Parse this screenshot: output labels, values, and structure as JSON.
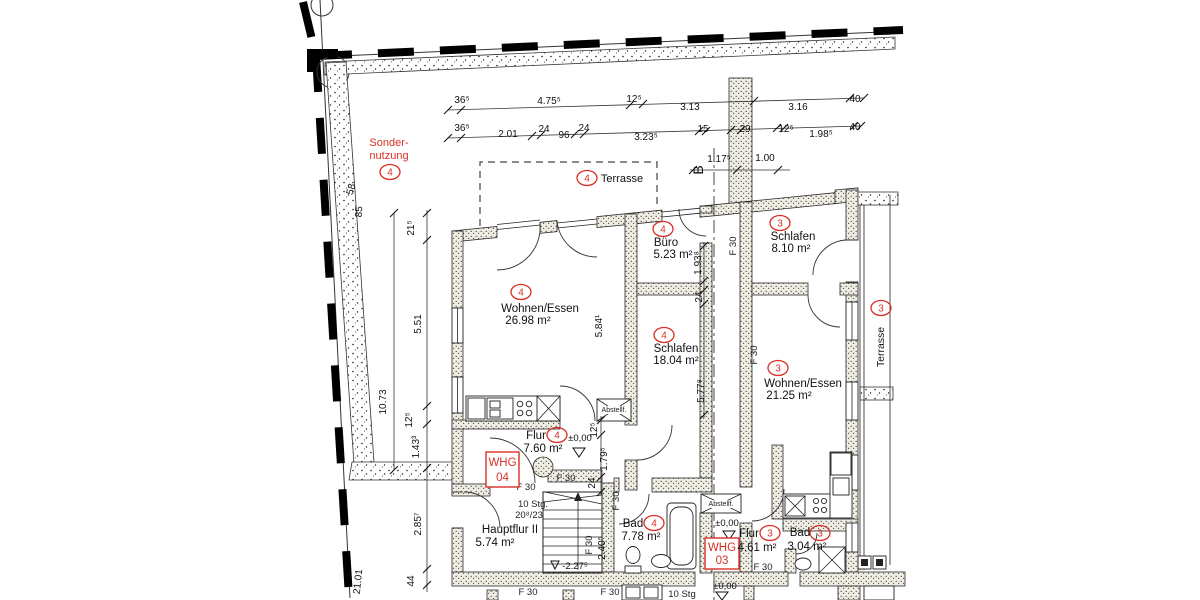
{
  "plan": {
    "site": {
      "sondernutzung_line1": "Sonder-",
      "sondernutzung_line2": "nutzung",
      "sondernutzung_unit": "4",
      "boundary_length": "21.01"
    },
    "terraces": {
      "t4_unit": "4",
      "t4_label": "Terrasse",
      "t3_unit": "3",
      "t3_label": "Terrasse"
    },
    "apartments": {
      "whg04_line1": "WHG",
      "whg04_line2": "04",
      "whg03_line1": "WHG",
      "whg03_line2": "03"
    },
    "rooms": [
      {
        "unit": "4",
        "name": "Wohnen/Essen",
        "area": "26.98 m²"
      },
      {
        "unit": "4",
        "name": "Büro",
        "area": "5.23 m²"
      },
      {
        "unit": "3",
        "name": "Schlafen",
        "area": "8.10 m²"
      },
      {
        "unit": "4",
        "name": "Schlafen",
        "area": "18.04 m²"
      },
      {
        "unit": "3",
        "name": "Wohnen/Essen",
        "area": "21.25 m²"
      },
      {
        "unit": "4",
        "name": "Flur",
        "area": "7.60 m²"
      },
      {
        "name": "Hauptflur II",
        "area": "5.74 m²"
      },
      {
        "unit": "4",
        "name": "Bad",
        "area": "7.78 m²"
      },
      {
        "unit": "3",
        "name": "Flur",
        "area": "4.61 m²"
      },
      {
        "unit": "3",
        "name": "Bad",
        "area": "3.04 m²"
      }
    ],
    "dims": {
      "top1": [
        "36⁵",
        "4.75⁵",
        "12⁵",
        "3.13",
        "3.16",
        "40"
      ],
      "top2": [
        "36⁵",
        "2.01",
        "24",
        "96",
        "24",
        "3.23⁵",
        "15",
        "29",
        "12⁵",
        "1.98⁵",
        "40"
      ],
      "top3": [
        "1.17⁵",
        "1.00"
      ],
      "left": [
        "58",
        "85",
        "21⁵",
        "5.51",
        "10.73",
        "12⁵",
        "1.43³",
        "2.85⁷",
        "44"
      ],
      "inner": [
        "5.84¹",
        "1.93⁸",
        "24",
        "5.77⁸",
        "12⁵",
        "1.79⁵",
        "24",
        "2.40⁵"
      ]
    },
    "levels": {
      "ground": "±0,00",
      "lower": "-2.27⁵"
    },
    "fire_rating": "F 30",
    "stairs": {
      "line1": "10 Stg.",
      "line2": "20⁸/23",
      "partial": "10 Stg"
    },
    "storage_label": "Abstellf.",
    "section_label": "B"
  }
}
